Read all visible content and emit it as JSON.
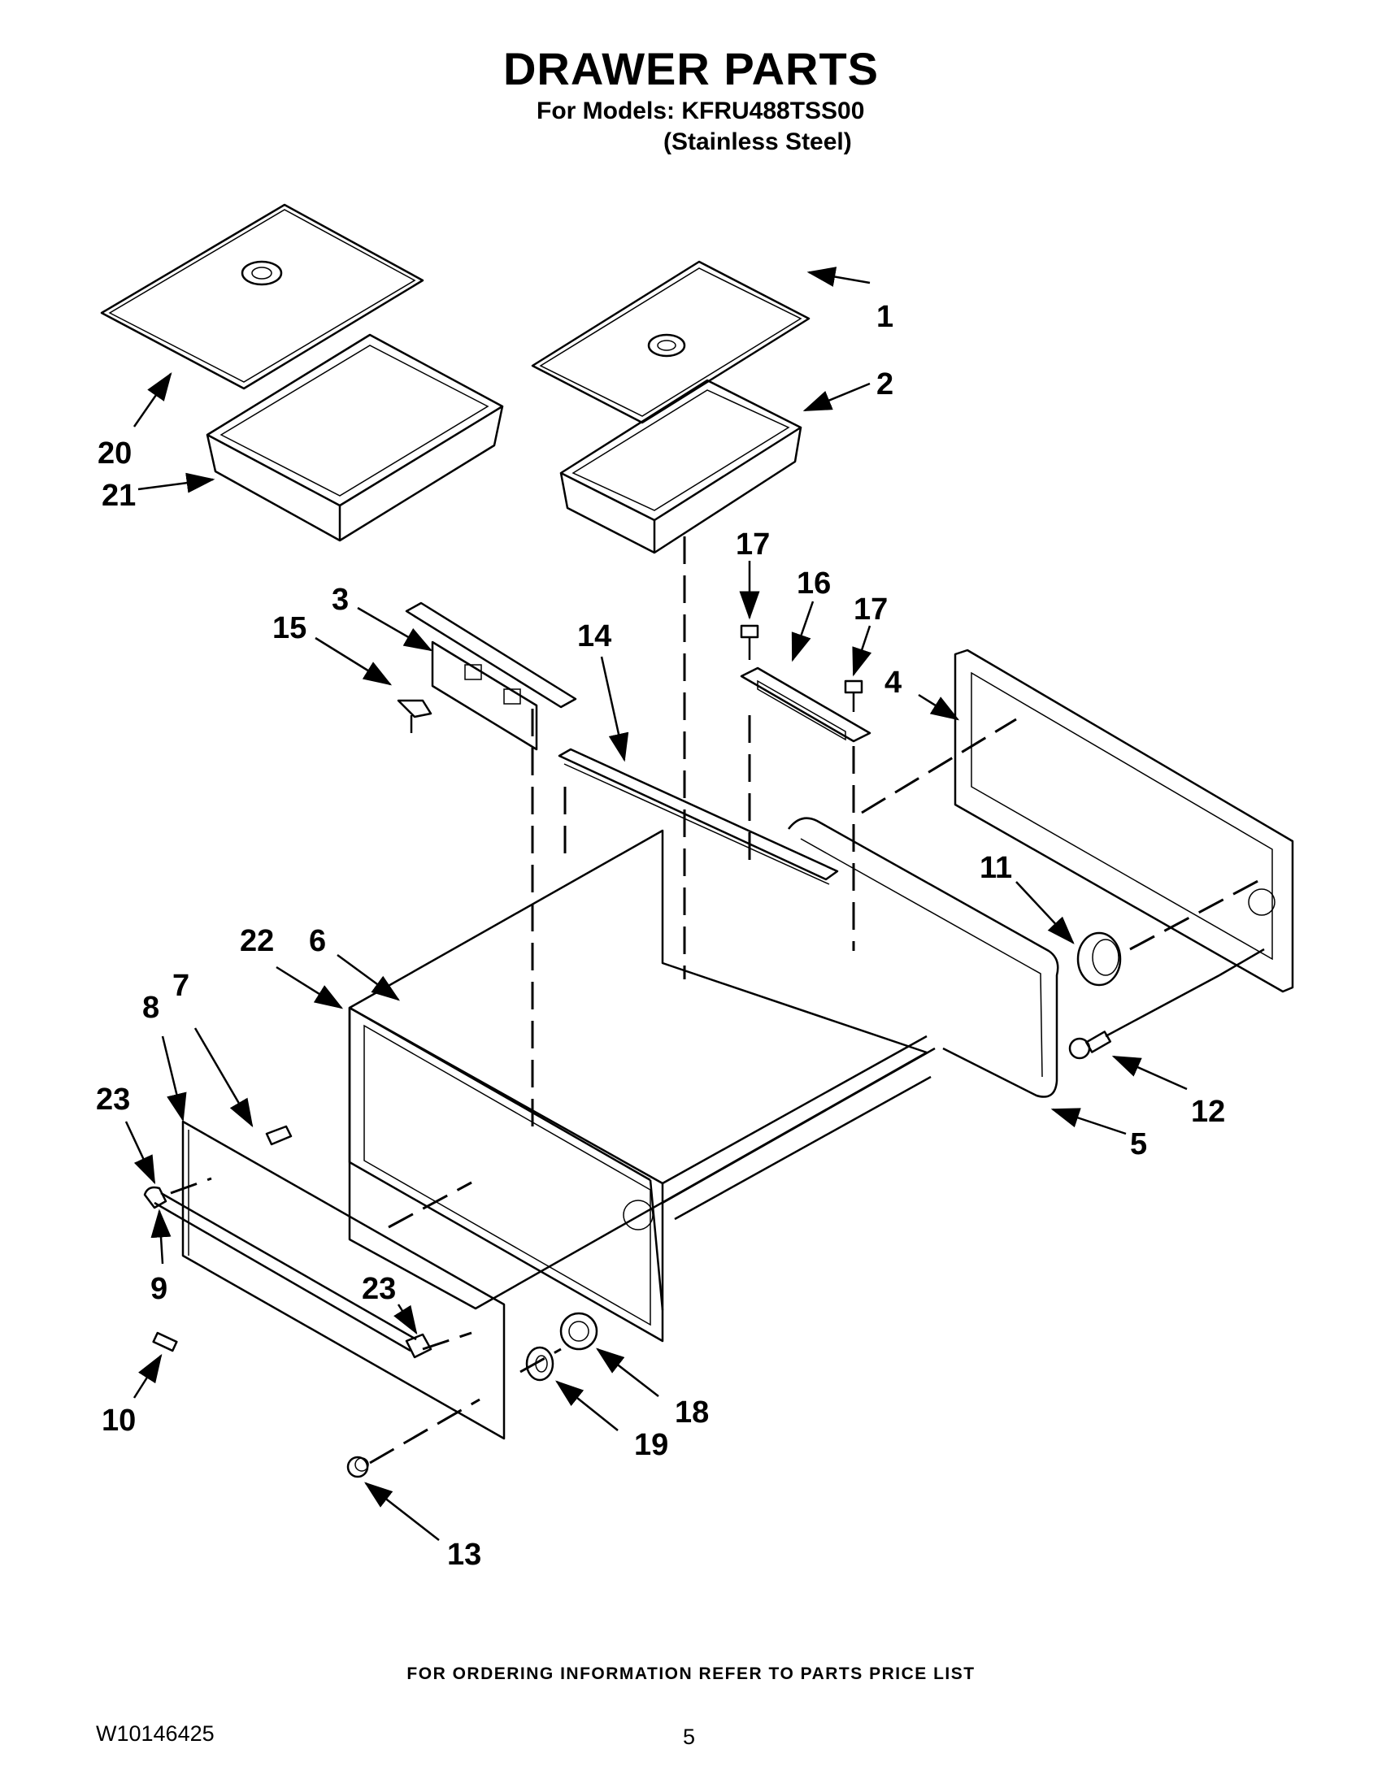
{
  "header": {
    "title": "DRAWER PARTS",
    "models_line": "For Models: KFRU488TSS00",
    "finish_line": "(Stainless Steel)"
  },
  "callouts": [
    "1",
    "2",
    "3",
    "4",
    "5",
    "6",
    "7",
    "8",
    "9",
    "10",
    "11",
    "12",
    "13",
    "14",
    "15",
    "16",
    "17",
    "17",
    "18",
    "19",
    "20",
    "21",
    "22",
    "23",
    "23"
  ],
  "footer": {
    "ordering_note": "FOR ORDERING INFORMATION REFER TO PARTS PRICE LIST",
    "document_number": "W10146425",
    "page_number": "5"
  }
}
